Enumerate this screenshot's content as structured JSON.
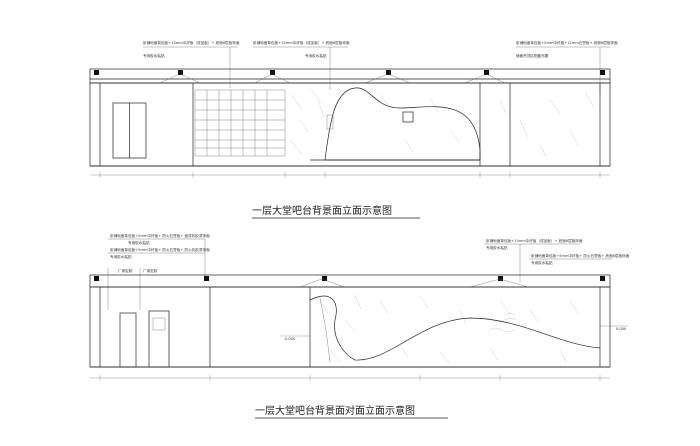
{
  "elevation_upper": {
    "title": "一层大堂吧台背景面立面示意图",
    "notes": [
      "卧铺地面背包板+15mm中纤板（成品板）+ 底面6层板饰面",
      "卧铺地面背包板+15mm中纤板（成品板）+ 底面6层板饰面",
      "卧铺地面背包板+5mm中纤板+12mm石膏板+ 底面6层板饰面"
    ],
    "subnotes": [
      "专用胶水粘贴",
      "专用胶水粘贴",
      "墙面吊顶区配套布置"
    ]
  },
  "elevation_lower": {
    "title": "一层大堂吧台背景面对面立面示意图",
    "notes_left": [
      "卧铺地面背包板+5mm中纤板+ 防火石膏板+ 面漆乳胶漆饰面",
      "专用胶水粘贴",
      "卧铺地面背包板+5mm中纤板+ 防火石膏板+ 防火乳胶漆饰面",
      "专用胶水粘贴"
    ],
    "door_labels": [
      "厂家定制",
      "厂家定制"
    ],
    "notes_right": [
      "卧铺地面背包板+15mm中纤板（成品板）+ 底面6层板饰面",
      "专用胶水粘贴",
      "卧铺地面背包板+5mm中纤板+ 防火石膏板+ 底面6层板饰面",
      "专用胶水粘贴"
    ],
    "markers": [
      "0.000",
      "0.000"
    ]
  }
}
